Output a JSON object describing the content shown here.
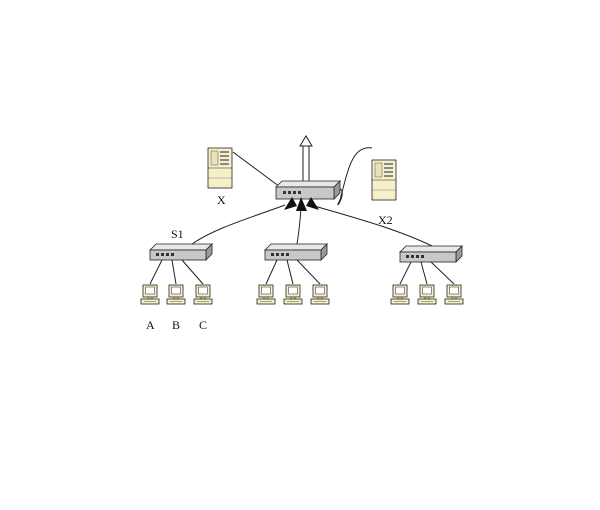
{
  "labels": {
    "server_x": "X",
    "server_x2": "X2",
    "switch_s1": "S1",
    "host_a": "A",
    "host_b": "B",
    "host_c": "C"
  },
  "colors": {
    "line": "#222222",
    "device_body": "#c8c8c8",
    "device_top": "#e8e8e8",
    "server_body": "#f6f0c8",
    "pc_body": "#f6f0c8",
    "arrow_fill": "#111111"
  }
}
